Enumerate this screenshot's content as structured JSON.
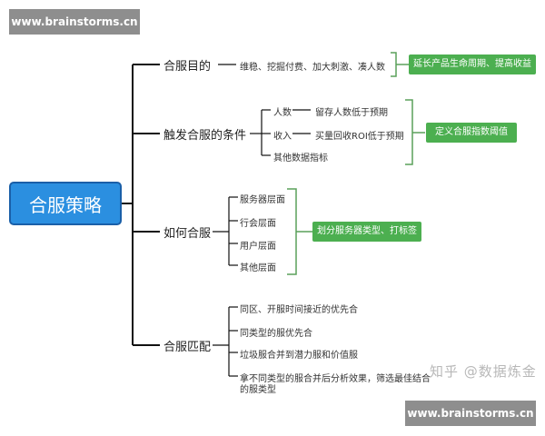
{
  "watermark": {
    "top": "www.brainstorms.cn",
    "bottom": "www.brainstorms.cn"
  },
  "root": "合服策略",
  "branches": {
    "purpose": {
      "label": "合服目的",
      "detail": "维稳、挖掘付费、加大刺激、凑人数",
      "tag": "延长产品生命周期、提高收益"
    },
    "trigger": {
      "label": "触发合服的条件",
      "items": [
        {
          "label": "人数",
          "detail": "留存人数低于预期"
        },
        {
          "label": "收入",
          "detail": "买量回收ROI低于预期"
        },
        {
          "label": "其他数据指标"
        }
      ],
      "tag": "定义合服指数阈值"
    },
    "how": {
      "label": "如何合服",
      "items": [
        "服务器层面",
        "行会层面",
        "用户层面",
        "其他层面"
      ],
      "tag": "划分服务器类型、打标签"
    },
    "match": {
      "label": "合服匹配",
      "items": [
        "同区、开服时间接近的优先合",
        "同类型的服优先合",
        "垃圾服合并到潜力服和价值服",
        "拿不同类型的服合并后分析效果，筛选最佳结合",
        "的服类型"
      ]
    }
  },
  "brand_mark": "知乎 @数据炼金"
}
